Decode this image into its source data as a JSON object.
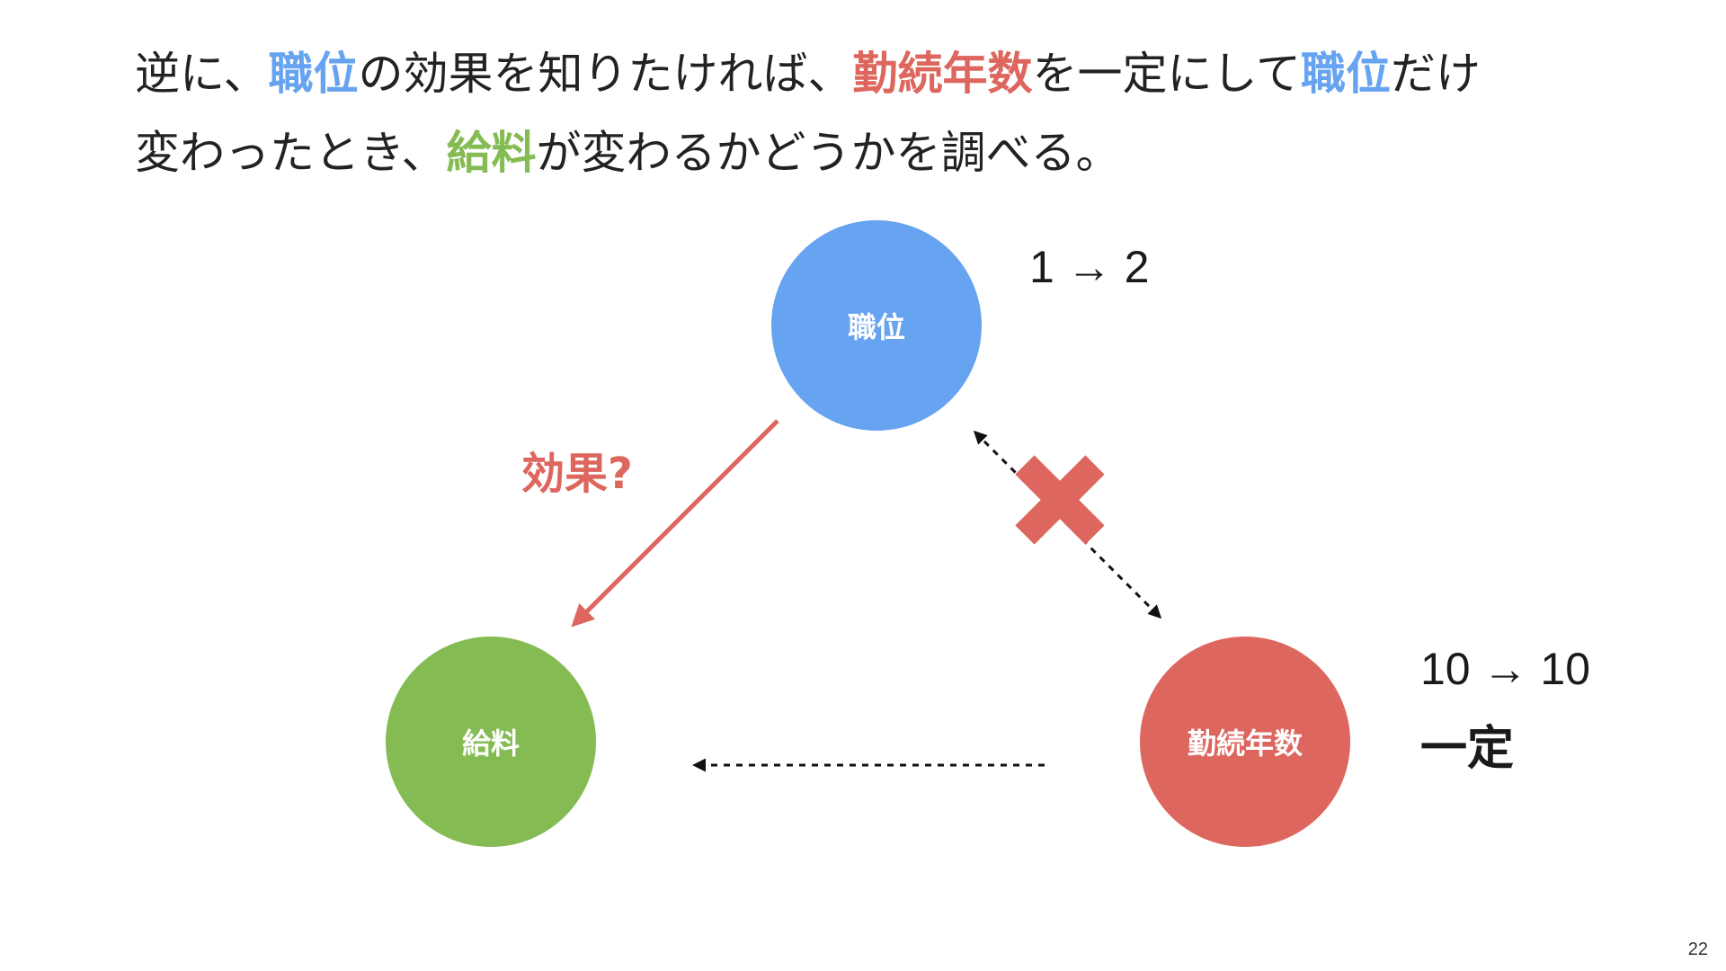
{
  "heading": {
    "line1": [
      {
        "text": "逆に、",
        "style": "plain"
      },
      {
        "text": "職位",
        "style": "blue"
      },
      {
        "text": "の効果を知りたければ、",
        "style": "plain"
      },
      {
        "text": "勤続年数",
        "style": "red"
      },
      {
        "text": "を一定にして",
        "style": "plain"
      },
      {
        "text": "職位",
        "style": "blue"
      },
      {
        "text": "だけ",
        "style": "plain"
      }
    ],
    "line2": [
      {
        "text": "変わったとき、",
        "style": "plain"
      },
      {
        "text": "給料",
        "style": "green"
      },
      {
        "text": "が変わるかどうかを調べる。",
        "style": "plain"
      }
    ]
  },
  "diagram": {
    "nodes": {
      "position": {
        "label": "職位",
        "color": "#66a3f0"
      },
      "salary": {
        "label": "給料",
        "color": "#84bc53"
      },
      "tenure": {
        "label": "勤続年数",
        "color": "#dd665e"
      }
    },
    "effect_label": "効果?",
    "position_change": "1 → 2",
    "tenure_change": "10 → 10",
    "tenure_fixed": "一定",
    "block_mark_color": "#dd665e",
    "effect_arrow_color": "#dd665e"
  },
  "page_number": "22",
  "colors": {
    "blue": "#66a3f0",
    "red": "#dd665e",
    "green": "#84bc53",
    "text": "#222222"
  }
}
